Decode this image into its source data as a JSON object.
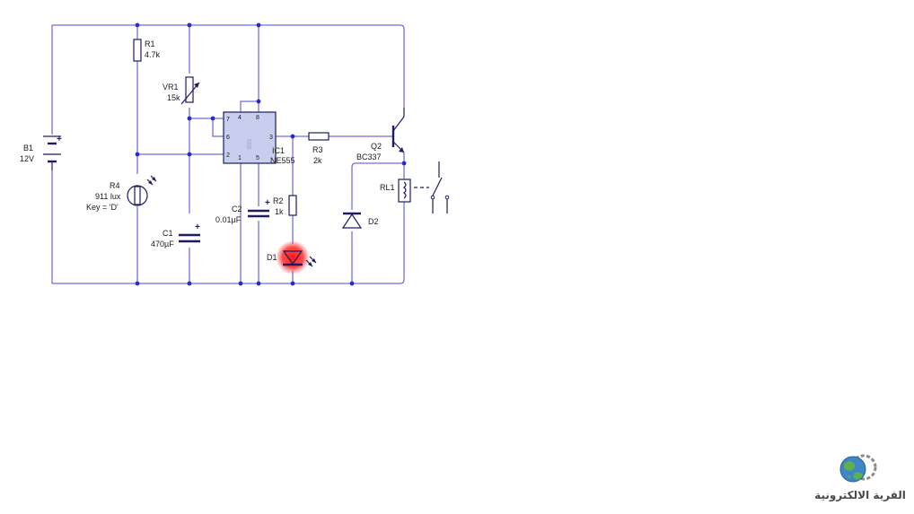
{
  "components": {
    "b1": {
      "ref": "B1",
      "value": "12V",
      "plus": "+"
    },
    "r1": {
      "ref": "R1",
      "value": "4.7k"
    },
    "vr1": {
      "ref": "VR1",
      "value": "15k"
    },
    "ic1": {
      "ref": "IC1",
      "value": "NE555",
      "body": "555",
      "pins": {
        "p4": "4",
        "p8": "8",
        "p7": "7",
        "p6": "6",
        "p3": "3",
        "p2": "2",
        "p1": "1",
        "p5": "5"
      }
    },
    "r3": {
      "ref": "R3",
      "value": "2k"
    },
    "q2": {
      "ref": "Q2",
      "value": "BC337"
    },
    "rl1": {
      "ref": "RL1"
    },
    "r4": {
      "ref": "R4",
      "value": "911 lux",
      "key": "Key = 'D'"
    },
    "c2": {
      "ref": "C2",
      "value": "0.01µF",
      "plus": "+"
    },
    "r2": {
      "ref": "R2",
      "value": "1k"
    },
    "c1": {
      "ref": "C1",
      "value": "470µF",
      "plus": "+"
    },
    "d1": {
      "ref": "D1"
    },
    "d2": {
      "ref": "D2"
    }
  },
  "logo": {
    "text": "القرية الالكترونية"
  },
  "colors": {
    "wire": "#4a4ad8",
    "component": "#1c1c5e",
    "node": "#2a2acc",
    "led_glow": "#ff2020"
  }
}
